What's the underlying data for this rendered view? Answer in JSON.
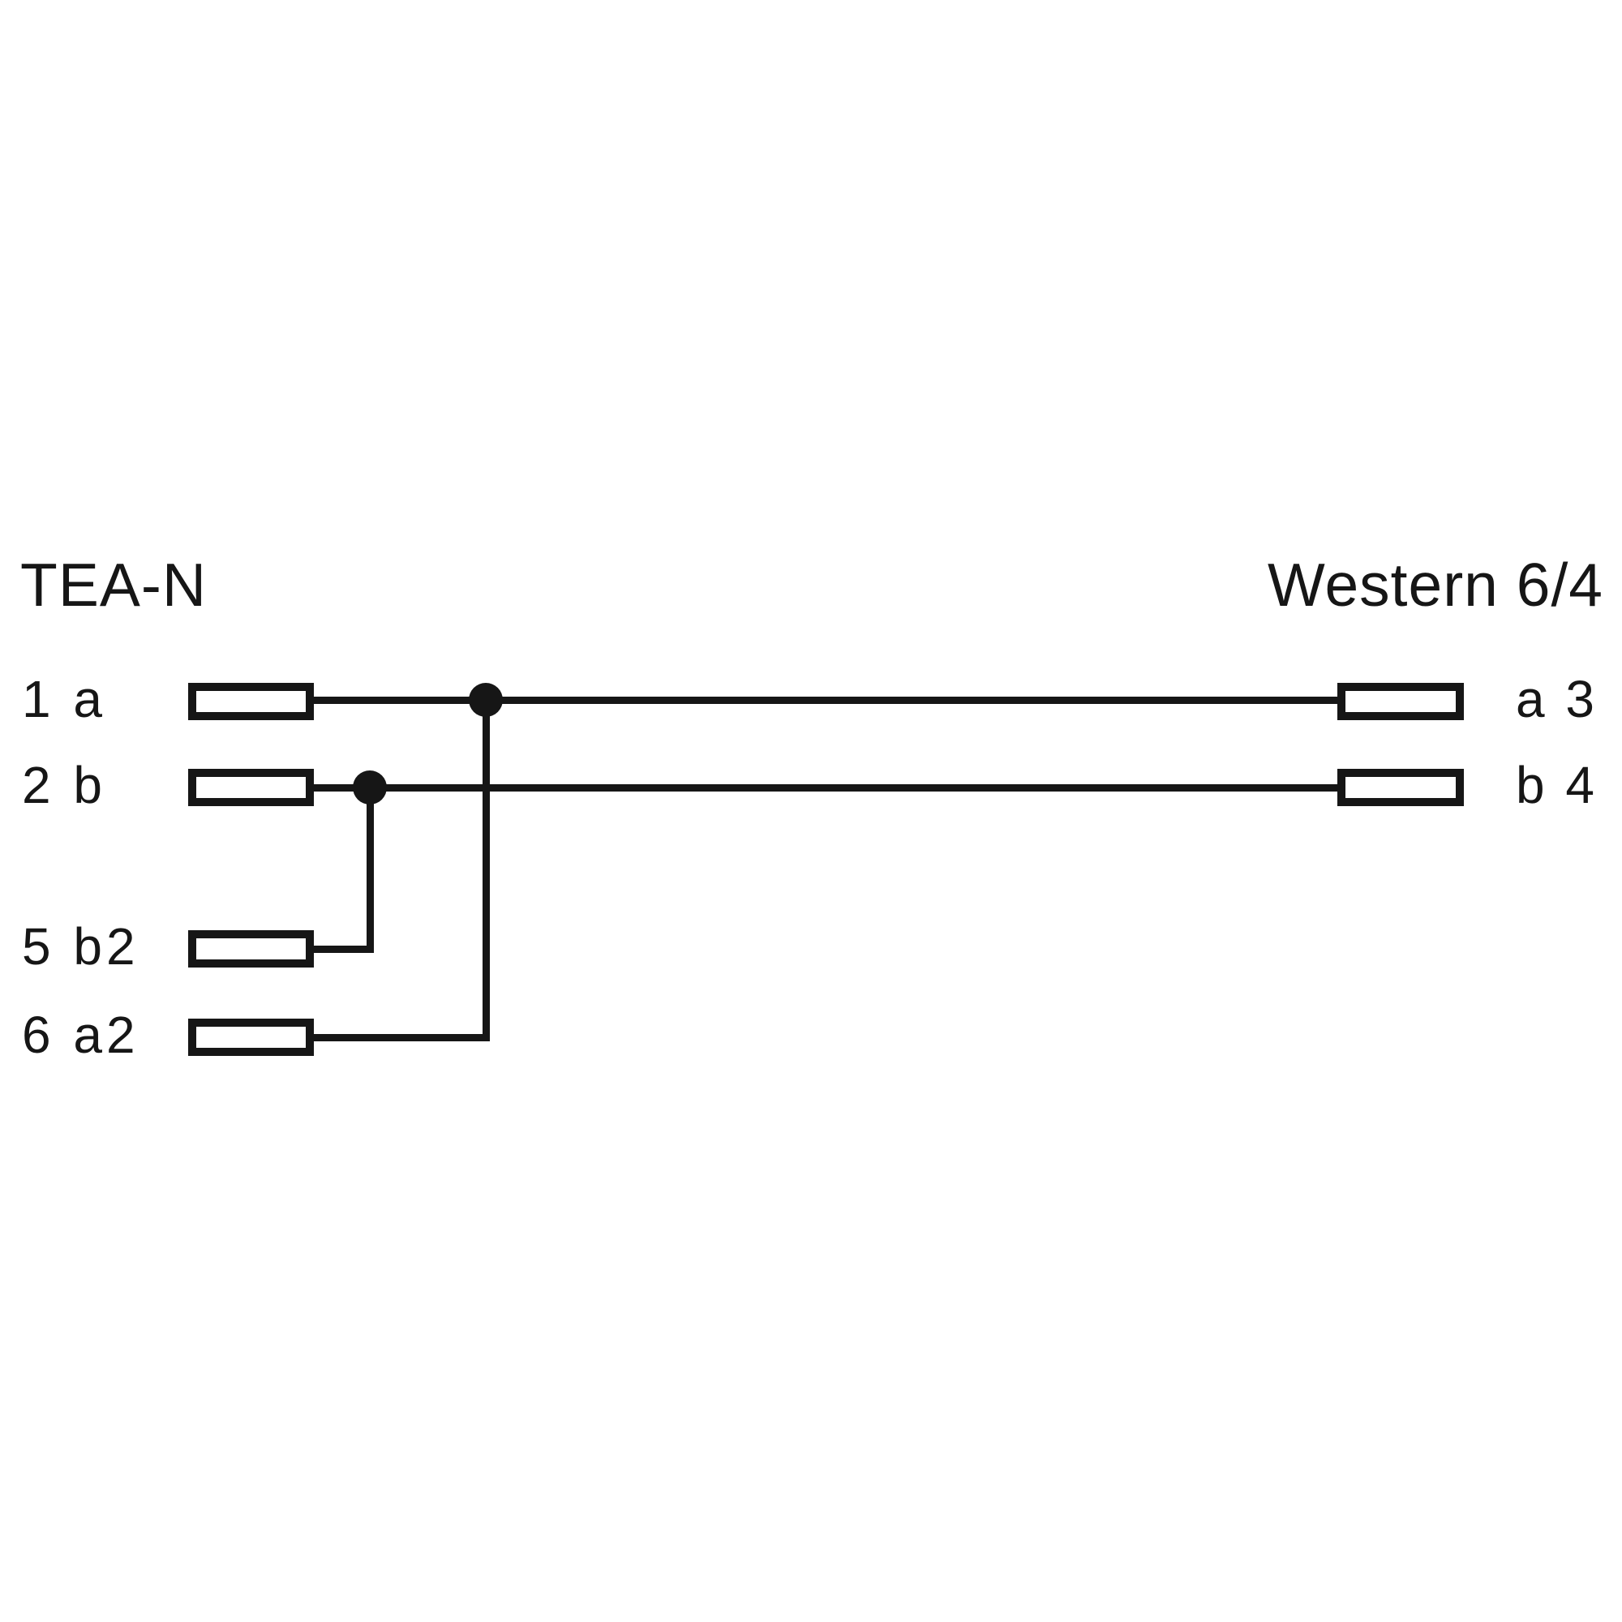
{
  "diagram": {
    "title_left": "TEA-N",
    "title_right": "Western 6/4",
    "left_connector": {
      "name": "TEA-N",
      "pins": [
        {
          "label": "1 a"
        },
        {
          "label": "2 b"
        },
        {
          "label": "5 b2"
        },
        {
          "label": "6 a2"
        }
      ]
    },
    "right_connector": {
      "name": "Western 6/4",
      "pins": [
        {
          "label": "a 3"
        },
        {
          "label": "b 4"
        }
      ]
    },
    "connections": [
      {
        "from": "TEA-N 1 a",
        "to": "Western a 3",
        "junction": "dot on wire 1a"
      },
      {
        "from": "TEA-N 2 b",
        "to": "Western b 4",
        "junction": "dot on wire 2b"
      },
      {
        "from": "TEA-N 5 b2",
        "to": "junction on wire 2b"
      },
      {
        "from": "TEA-N 6 a2",
        "to": "junction on wire 1a"
      }
    ],
    "colors": {
      "line": "#161616",
      "background": "#ffffff",
      "pin_fill": "#ffffff"
    }
  }
}
